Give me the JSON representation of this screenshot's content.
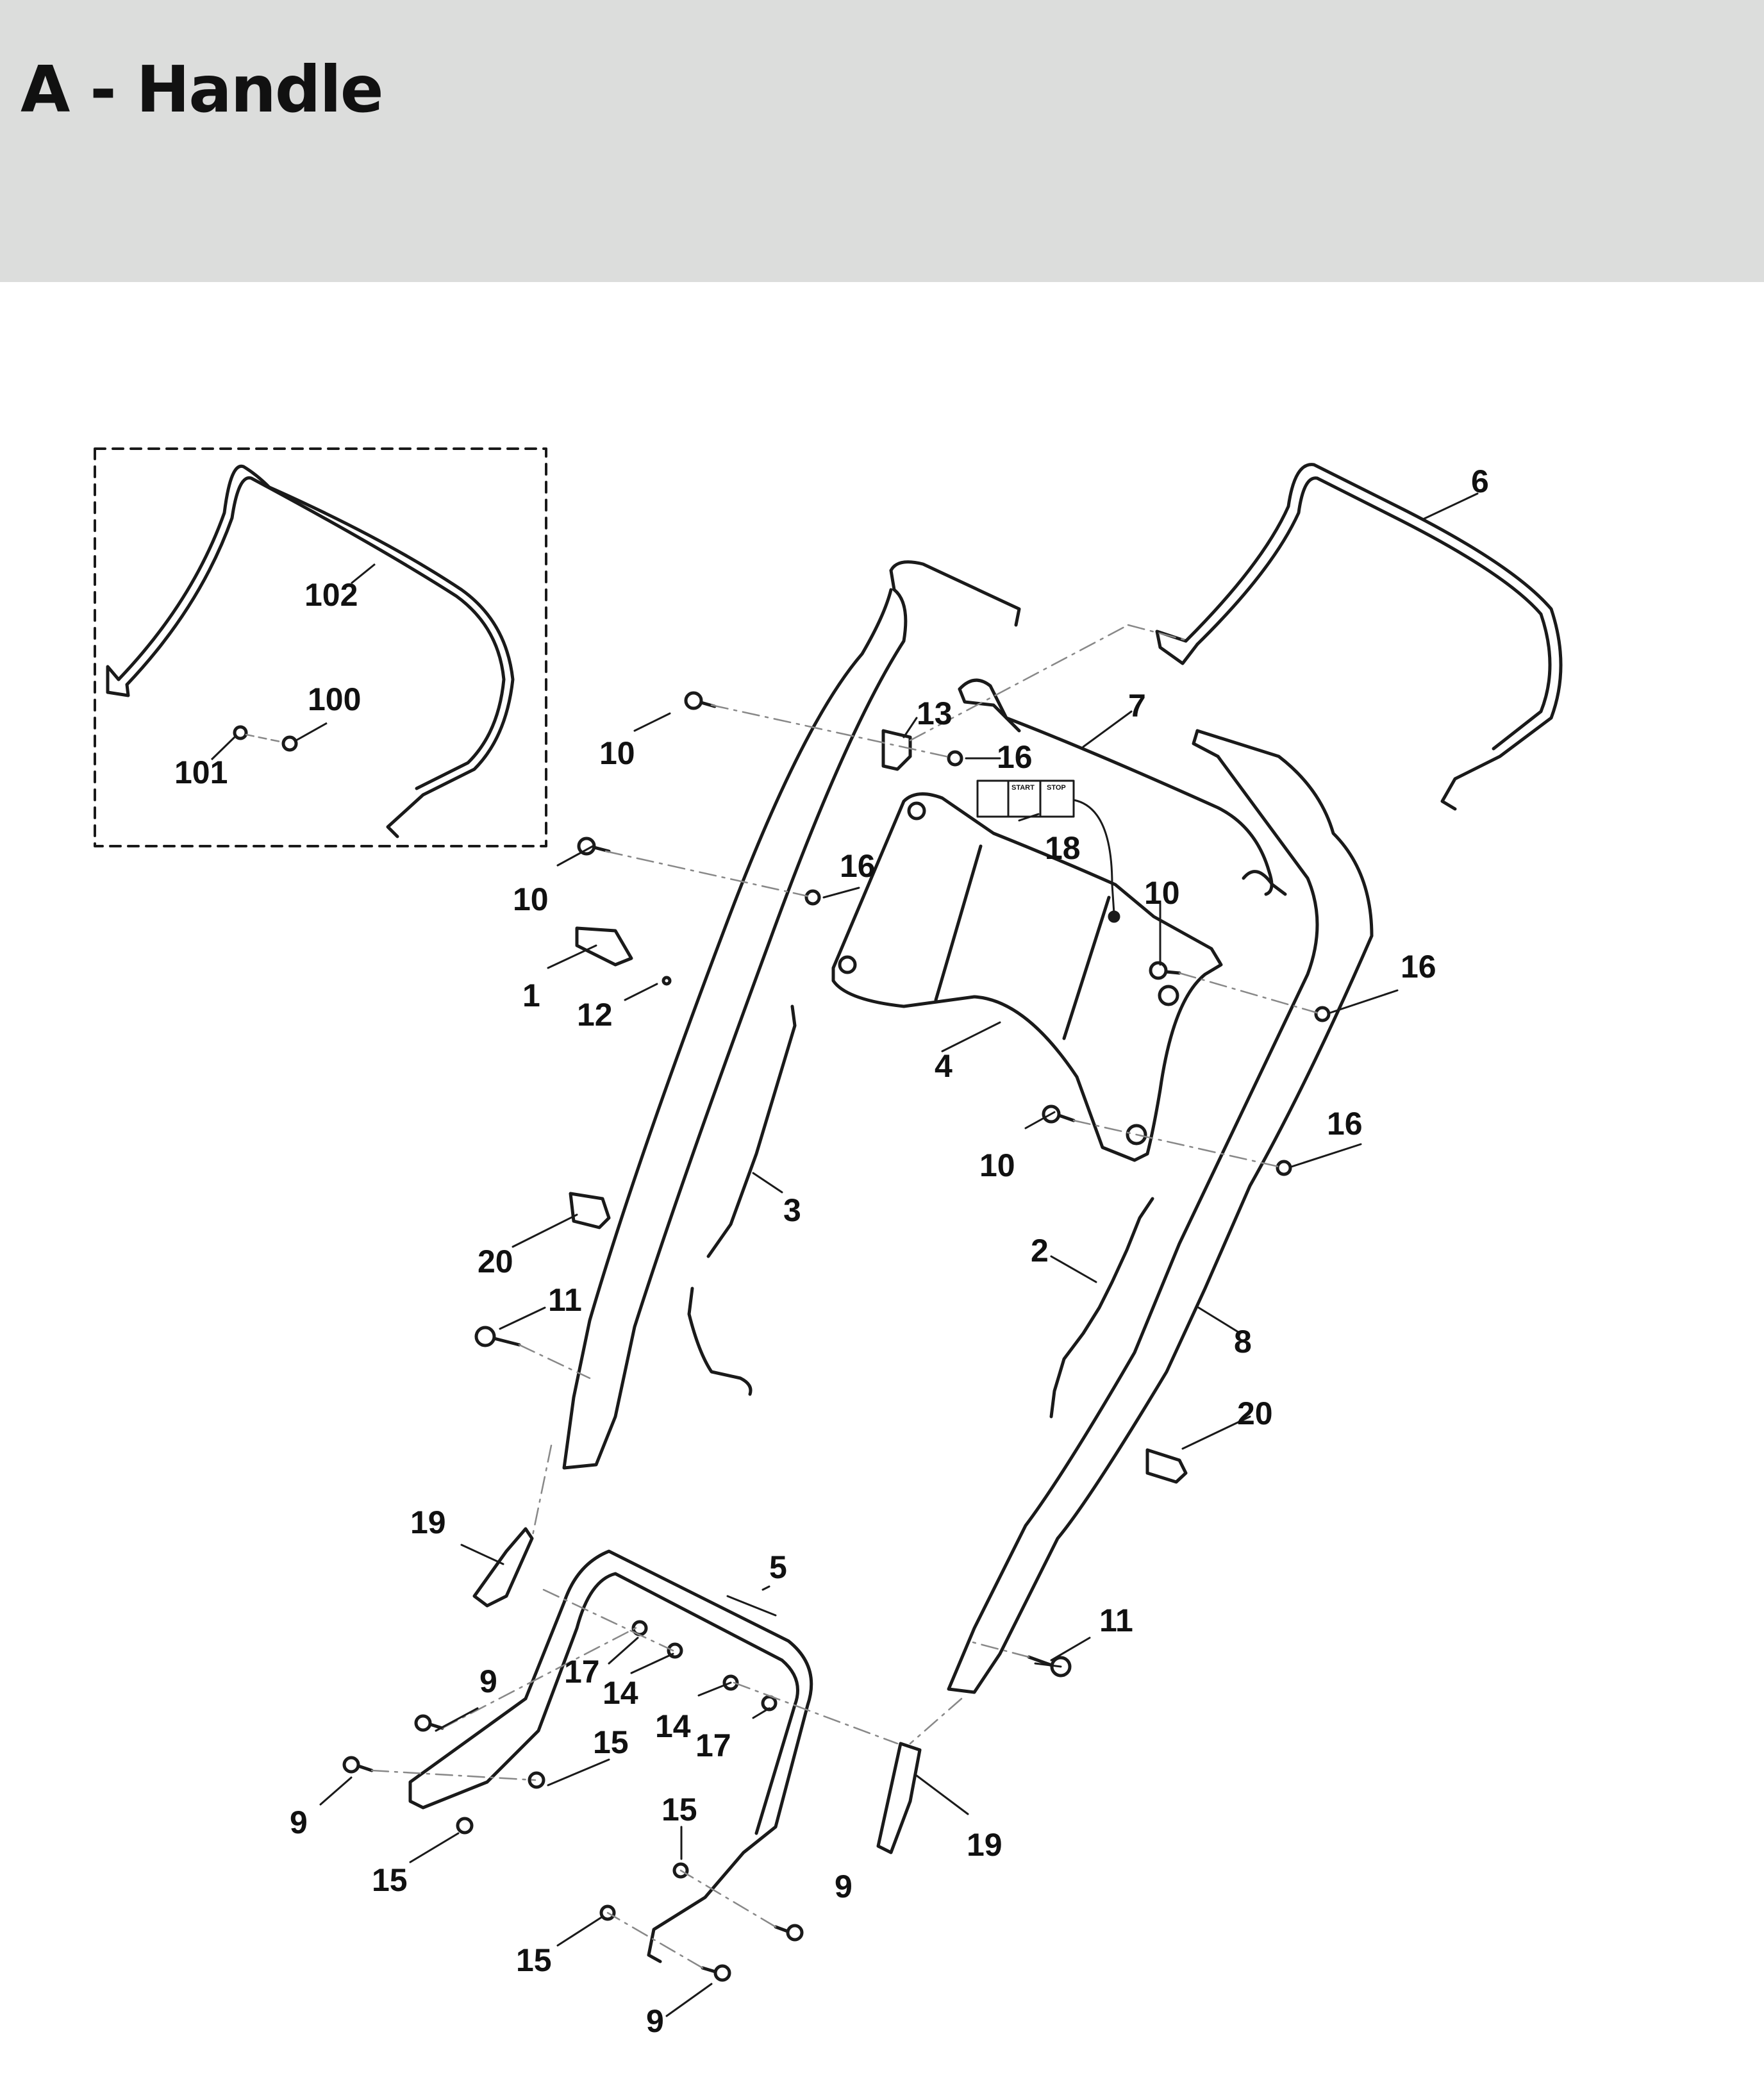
{
  "header": {
    "title": "A - Handle"
  },
  "colors": {
    "header_bg": "#dcdddc",
    "line": "#1a1a1a",
    "dash": "#888888"
  },
  "callouts": {
    "c1": "1",
    "c2": "2",
    "c3": "3",
    "c4": "4",
    "c5": "5",
    "c6": "6",
    "c7": "7",
    "c8": "8",
    "c9": "9",
    "c10": "10",
    "c11": "11",
    "c12": "12",
    "c13": "13",
    "c14": "14",
    "c15": "15",
    "c16": "16",
    "c17": "17",
    "c18": "18",
    "c19": "19",
    "c20": "20",
    "c100": "100",
    "c101": "101",
    "c102": "102"
  },
  "decal": {
    "start": "START",
    "stop": "STOP"
  }
}
